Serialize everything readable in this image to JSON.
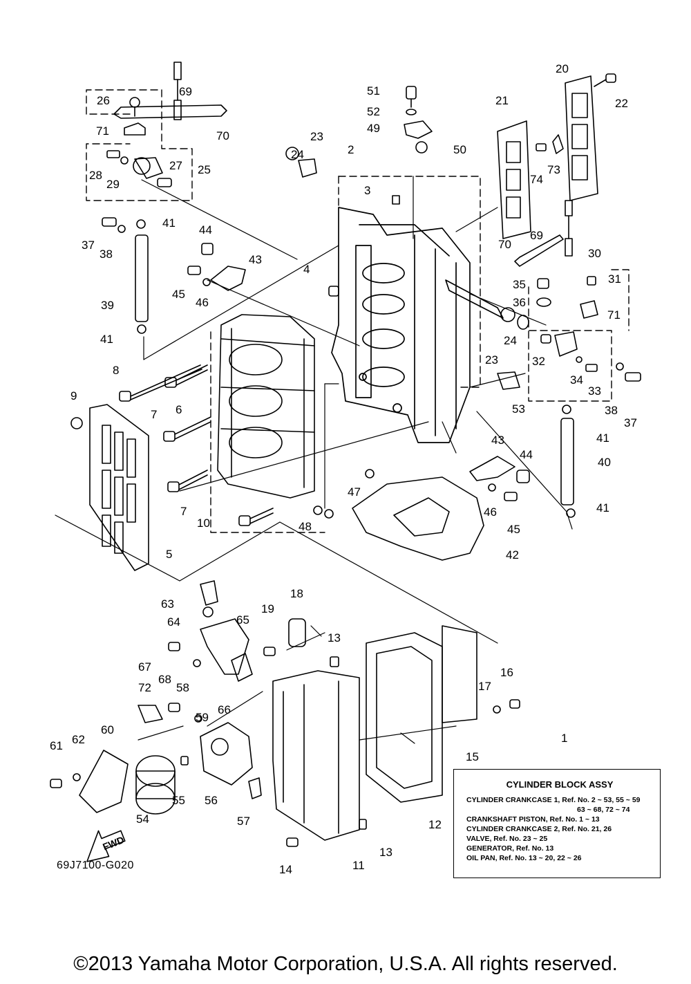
{
  "drawing_code": "69J7100-G020",
  "copyright": "©2013 Yamaha Motor Corporation, U.S.A. All rights reserved.",
  "legend": {
    "title": "CYLINDER BLOCK ASSY",
    "rows": [
      "CYLINDER CRANKCASE 1,   Ref. No. 2 ~ 53, 55 ~ 59",
      "63 ~ 68, 72 ~ 74",
      "CRANKSHAFT PISTON,   Ref. No. 1 ~ 13",
      "CYLINDER CRANKCASE 2,   Ref. No. 21, 26",
      "VALVE,   Ref. No. 23 ~ 25",
      "GENERATOR,   Ref. No. 13",
      "OIL PAN,   Ref. No. 13 ~ 20, 22 ~ 26"
    ]
  },
  "fwd_label": "FWD",
  "ref_numbers": [
    "1",
    "2",
    "3",
    "4",
    "5",
    "6",
    "7",
    "7",
    "8",
    "9",
    "10",
    "11",
    "12",
    "13",
    "13",
    "13",
    "14",
    "15",
    "16",
    "17",
    "18",
    "19",
    "20",
    "21",
    "22",
    "23",
    "23",
    "24",
    "24",
    "25",
    "26",
    "27",
    "28",
    "29",
    "30",
    "31",
    "32",
    "33",
    "34",
    "35",
    "36",
    "37",
    "37",
    "38",
    "38",
    "39",
    "40",
    "41",
    "41",
    "41",
    "41",
    "42",
    "43",
    "43",
    "44",
    "44",
    "45",
    "45",
    "46",
    "46",
    "47",
    "48",
    "49",
    "50",
    "51",
    "52",
    "53",
    "54",
    "55",
    "56",
    "57",
    "58",
    "59",
    "60",
    "61",
    "62",
    "63",
    "64",
    "65",
    "66",
    "67",
    "68",
    "69",
    "69",
    "70",
    "70",
    "71",
    "71",
    "72",
    "73",
    "74"
  ]
}
